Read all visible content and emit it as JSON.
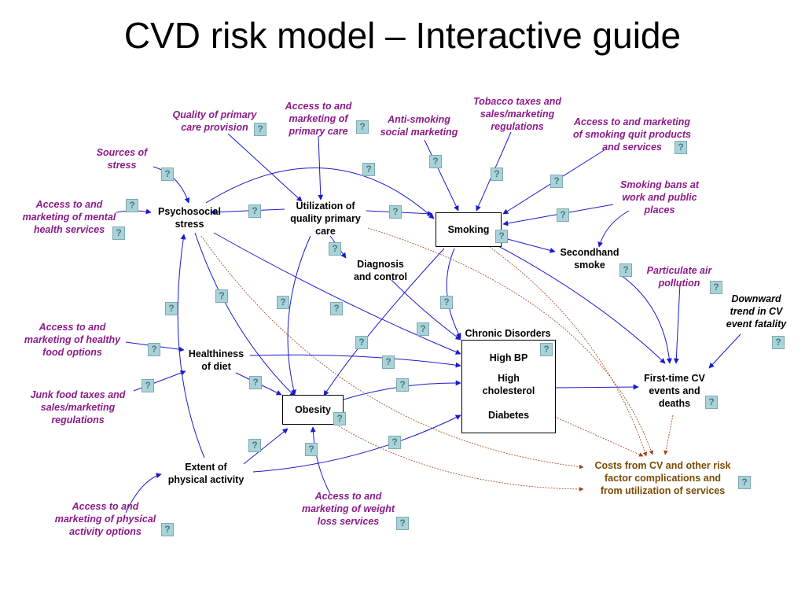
{
  "title": "CVD risk model – Interactive guide",
  "help_icon": {
    "glyph": "?",
    "icon": "question-mark-icon"
  },
  "colors": {
    "policy": "#8b1a89",
    "cost": "#7a4a00",
    "arrow": "#1a1acd",
    "cost_arrow": "#a0401a"
  },
  "nodes": {
    "psychosocial_stress": "Psychosocial\nstress",
    "utilization": "Utilization of\nquality primary\ncare",
    "smoking": "Smoking",
    "secondhand_smoke": "Secondhand\nsmoke",
    "diagnosis_control": "Diagnosis\nand control",
    "healthiness_diet": "Healthiness\nof diet",
    "obesity": "Obesity",
    "physical_activity": "Extent of\nphysical activity",
    "first_time_events": "First-time CV\nevents and\ndeaths",
    "costs": "Costs from CV and other risk\nfactor complications and\nfrom utilization of services",
    "chronic_disorders": {
      "title": "Chronic Disorders",
      "items": [
        "High BP",
        "High\ncholesterol",
        "Diabetes"
      ]
    }
  },
  "policies": {
    "quality_primary_care": "Quality of primary\ncare provision",
    "access_primary_care": "Access to and\nmarketing of\nprimary care",
    "anti_smoking": "Anti-smoking\nsocial marketing",
    "tobacco_taxes": "Tobacco taxes and\nsales/marketing\nregulations",
    "access_smoking_quit": "Access to and marketing\nof smoking quit products\nand services",
    "sources_stress": "Sources of\nstress",
    "access_mental_health": "Access to and\nmarketing of mental\nhealth services",
    "smoking_bans": "Smoking bans at\nwork and public\nplaces",
    "particulate_air": "Particulate air\npollution",
    "downward_trend": "Downward\ntrend in CV\nevent fatality",
    "access_healthy_food": "Access to and\nmarketing of healthy\nfood options",
    "junk_food_taxes": "Junk food taxes and\nsales/marketing\nregulations",
    "access_weight_loss": "Access to and\nmarketing of weight\nloss services",
    "access_physical_activity": "Access to and\nmarketing of physical\nactivity options"
  }
}
